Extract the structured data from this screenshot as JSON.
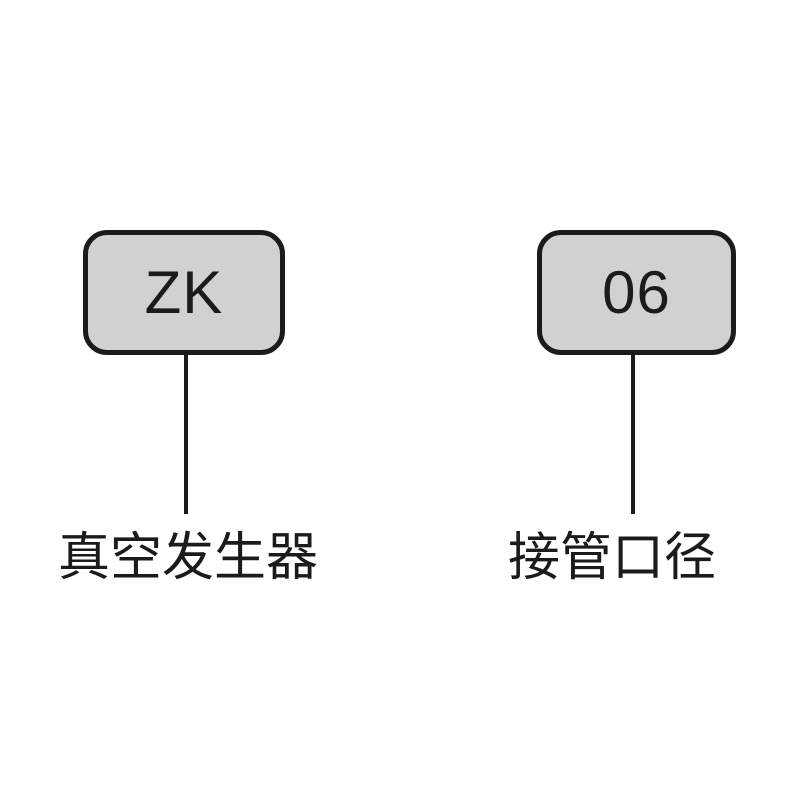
{
  "colors": {
    "box_fill": "#d1d1d1",
    "stroke": "#1b1b1b",
    "background": "#ffffff"
  },
  "series_code": {
    "code": "ZK",
    "label": "真空发生器"
  },
  "port_code": {
    "code": "06",
    "label": "接管口径"
  }
}
